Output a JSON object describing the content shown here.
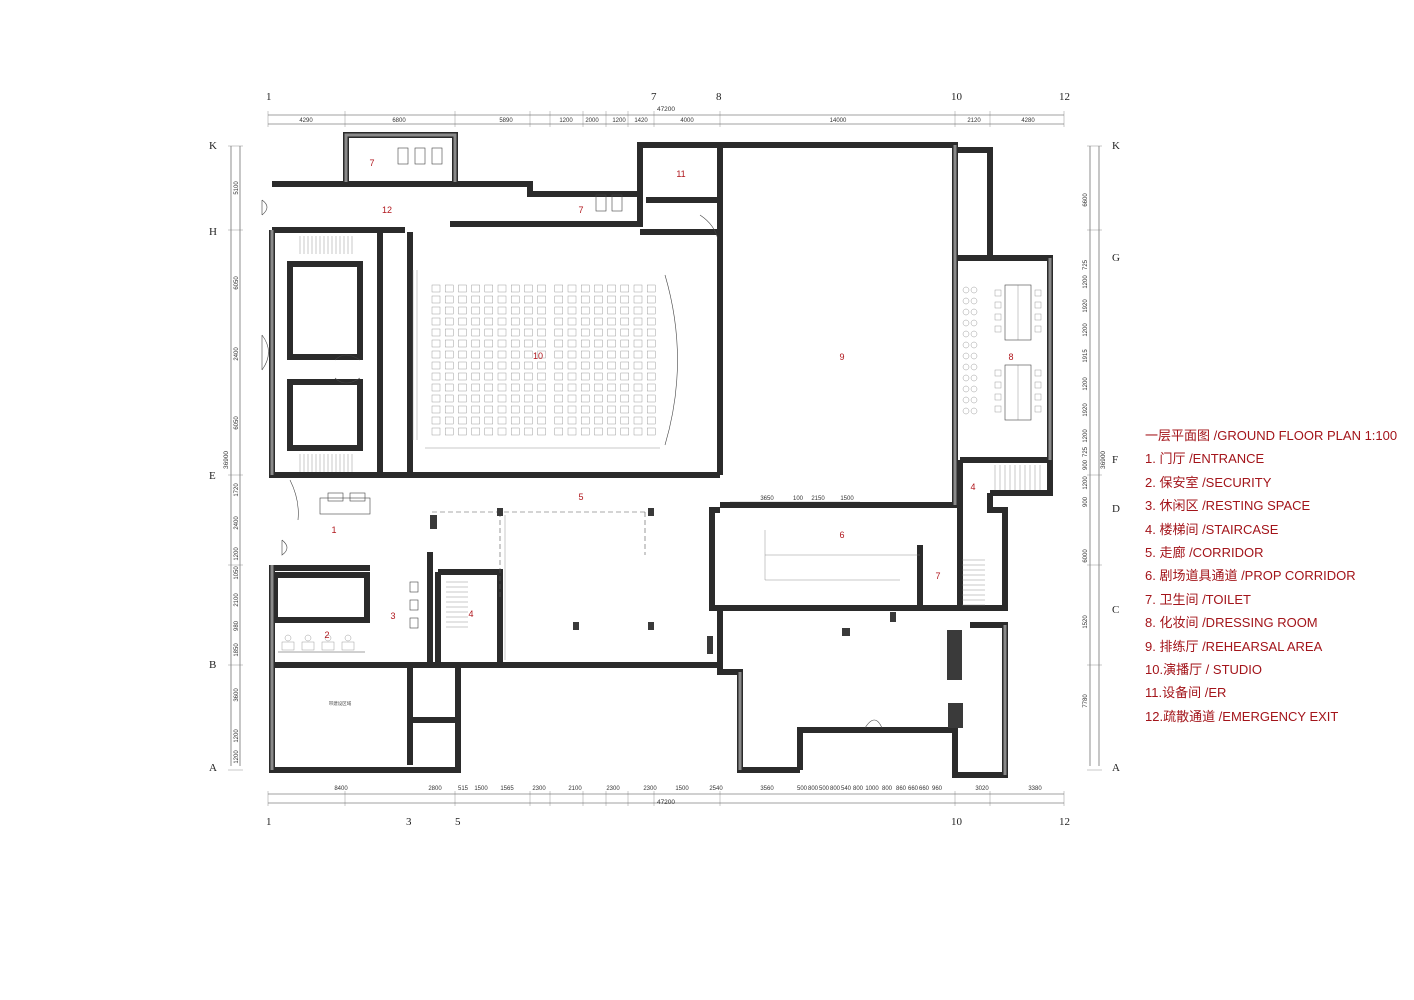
{
  "grid": {
    "top_labels": [
      "1",
      "7",
      "8",
      "10",
      "12"
    ],
    "bottom_labels": [
      "1",
      "3",
      "5",
      "10",
      "12"
    ],
    "left_labels": [
      "K",
      "H",
      "E",
      "B",
      "A"
    ],
    "right_labels": [
      "K",
      "G",
      "F",
      "D",
      "C",
      "A"
    ]
  },
  "dimensions": {
    "top_total": "47200",
    "top_segments": [
      "4290",
      "6800",
      "5890",
      "1200",
      "2000",
      "1200",
      "1420",
      "4000",
      "14000",
      "2120",
      "4280"
    ],
    "bottom_total": "47200",
    "bottom_segments": [
      "8400",
      "2800",
      "515",
      "1500",
      "1565",
      "2300",
      "2100",
      "2300",
      "2300",
      "1500",
      "2540",
      "3560",
      "500",
      "800",
      "500",
      "800",
      "540",
      "800",
      "1000",
      "800",
      "860",
      "660",
      "660",
      "960",
      "3020",
      "3380"
    ],
    "left_total": "36900",
    "left_segments": [
      "5100",
      "6050",
      "2400",
      "6050",
      "1720",
      "2400",
      "1200",
      "1050",
      "2100",
      "980",
      "1850",
      "3600",
      "1200",
      "1200"
    ],
    "right_total": "36900",
    "right_segments": [
      "6600",
      "725",
      "1200",
      "1920",
      "1200",
      "1915",
      "1200",
      "1920",
      "1200",
      "725",
      "900",
      "1200",
      "900",
      "6000",
      "1520",
      "7780"
    ],
    "inner_segments": [
      "3650",
      "100",
      "2150",
      "1500"
    ]
  },
  "rooms": {
    "r1": "1",
    "r2": "2",
    "r3": "3",
    "r4a": "4",
    "r4b": "4",
    "r5": "5",
    "r6": "6",
    "r7a": "7",
    "r7b": "7",
    "r7c": "7",
    "r8": "8",
    "r9": "9",
    "r10": "10",
    "r11": "11",
    "r12": "12"
  },
  "small_labels": {
    "office_note": "带建设区域"
  },
  "legend": {
    "title": "一层平面图 /GROUND FLOOR PLAN 1:100",
    "items": [
      "1. 门厅 /ENTRANCE",
      "2. 保安室 /SECURITY",
      "3. 休闲区 /RESTING SPACE",
      "4. 楼梯间 /STAIRCASE",
      "5. 走廊 /CORRIDOR",
      "6. 剧场道具通道 /PROP CORRIDOR",
      "7. 卫生间 /TOILET",
      "8. 化妆间 /DRESSING ROOM",
      "9. 排练厅 /REHEARSAL AREA",
      "10.演播厅 / STUDIO",
      "11.设备间 /ER",
      "12.疏散通道 /EMERGENCY EXIT"
    ]
  },
  "colors": {
    "legend_red": "#a3141a",
    "wall": "#6b6b6b",
    "outline": "#1a1a1a"
  }
}
